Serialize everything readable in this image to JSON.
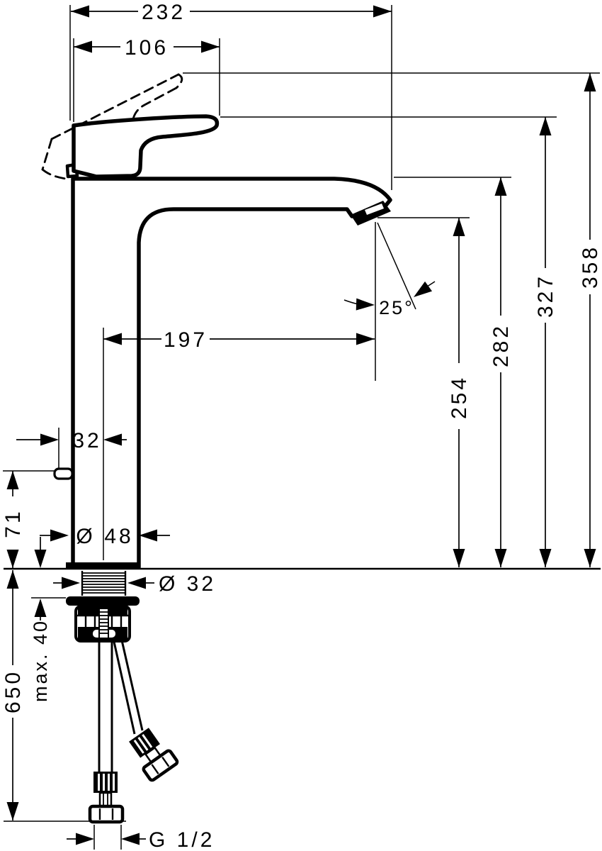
{
  "colors": {
    "ink": "#000000",
    "paper": "#ffffff"
  },
  "dimensions": {
    "d232": "232",
    "d106": "106",
    "d197": "197",
    "d358": "358",
    "d327": "327",
    "d282": "282",
    "d254": "254",
    "angle": "25°",
    "d32": "32",
    "d71": "71",
    "d650": "650",
    "dia48_sym": "Ø",
    "dia48_val": "48",
    "dia32": "Ø 32",
    "max40": "max. 40",
    "g12": "G 1/2"
  }
}
